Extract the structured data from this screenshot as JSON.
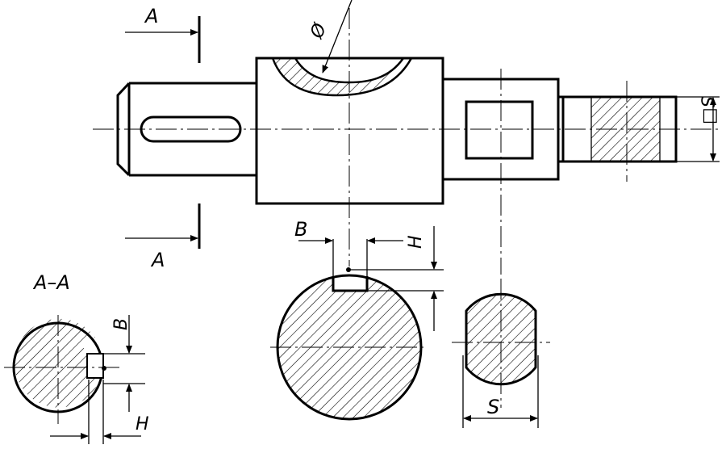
{
  "labels": {
    "section_top": "A",
    "section_bottom": "A",
    "section_title": "A–A",
    "diameter_mark": "Ø",
    "square_size": "□S",
    "across_flats": "S",
    "groove_width": "B",
    "groove_depth": "H",
    "aux_width": "B",
    "aux_depth": "H"
  },
  "colors": {
    "ink": "#000000",
    "paper": "#ffffff"
  }
}
